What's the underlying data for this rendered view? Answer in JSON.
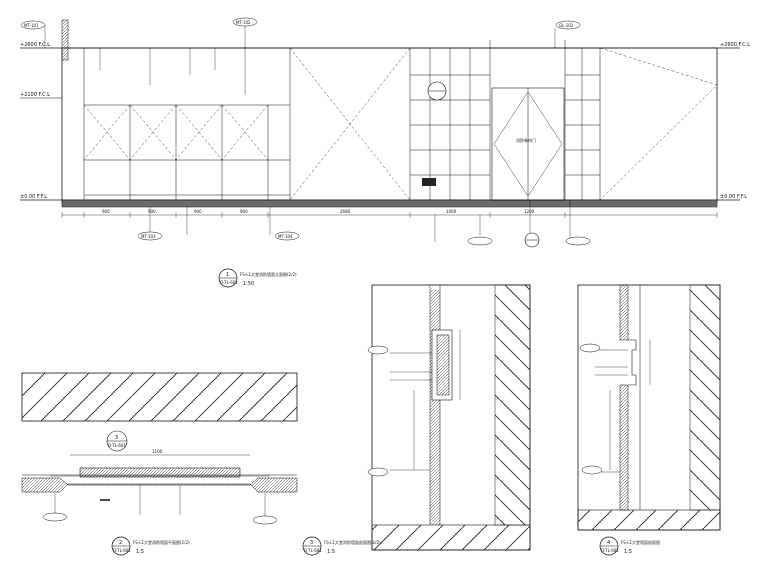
{
  "elevation": {
    "levels": [
      {
        "id": "ceiling",
        "label": "+2600 F.C.L"
      },
      {
        "id": "mid",
        "label": "+2100 F.C.L"
      },
      {
        "id": "floor",
        "label": "±0.00 F.F.L"
      }
    ],
    "levels_right": [
      {
        "id": "ceiling",
        "label": "+2600 F.C.L"
      },
      {
        "id": "floor",
        "label": "±0.00 F.F.L"
      }
    ],
    "bottom_dims": [
      "900",
      "900",
      "900",
      "900",
      "2680",
      "1060",
      "1200"
    ],
    "tags": [
      "MT-101",
      "MT-102",
      "GL-101",
      "MT-103",
      "MT-104"
    ],
    "door_label": "消防卷帘门",
    "title_text": "FS-L1大堂消防墙面立面图(2/2)",
    "scale": "1:50",
    "symbol_top": "1",
    "symbol_bottom": "D-TL-601"
  },
  "plan": {
    "title_text": "FS-L1大堂消防墙面平面图(2/2)",
    "scale": "1:5",
    "symbol_top": "2",
    "symbol_bottom": "D-TL-601",
    "callout_top": "3",
    "callout_bottom": "D-TL-601",
    "dim": "1100"
  },
  "section3": {
    "title_text": "FS-L1大堂消防墙面剖面图(2/2)",
    "scale": "1:5",
    "symbol_top": "3",
    "symbol_bottom": "D-TL-601"
  },
  "section4": {
    "title_text": "FS-L1大堂墙面剖面图",
    "scale": "1:5",
    "symbol_top": "4",
    "symbol_bottom": "D-TL-601"
  },
  "colors": {
    "line": "#111111",
    "hatch": "#333333",
    "accent": "#000000"
  }
}
